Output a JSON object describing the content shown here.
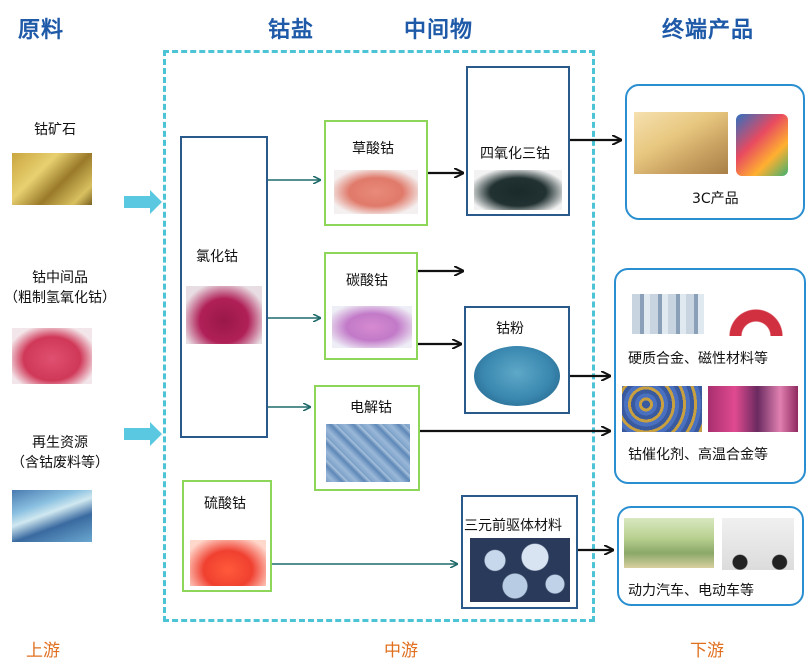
{
  "headers": {
    "raw": "原料",
    "salt": "钴盐",
    "inter": "中间物",
    "end": "终端产品"
  },
  "footers": {
    "up": "上游",
    "mid": "中游",
    "down": "下游"
  },
  "raw_materials": [
    {
      "label": "钴矿石"
    },
    {
      "label": "钴中间品\n（粗制氢氧化钴）"
    },
    {
      "label": "再生资源\n（含钴废料等）"
    }
  ],
  "salts": {
    "chloride": "氯化钴",
    "sulfate": "硫酸钴"
  },
  "intermediates": {
    "oxalate": "草酸钴",
    "carbonate": "碳酸钴",
    "electrolytic": "电解钴",
    "tetroxide": "四氧化三钴",
    "powder": "钴粉",
    "precursor": "三元前驱体材料"
  },
  "products": {
    "p3c": "3C产品",
    "alloy_magnet": "硬质合金、磁性材料等",
    "catalyst": "钴催化剂、高温合金等",
    "vehicles": "动力汽车、电动车等"
  },
  "colors": {
    "header_blue": "#1f5aa8",
    "footer_orange": "#e07020",
    "dashed_cyan": "#4cc4d6",
    "box_blue": "#2a5a8c",
    "box_green": "#8ed65a",
    "outcome_border": "#2a8fd0",
    "arrow_teal": "#1f6a6a"
  }
}
